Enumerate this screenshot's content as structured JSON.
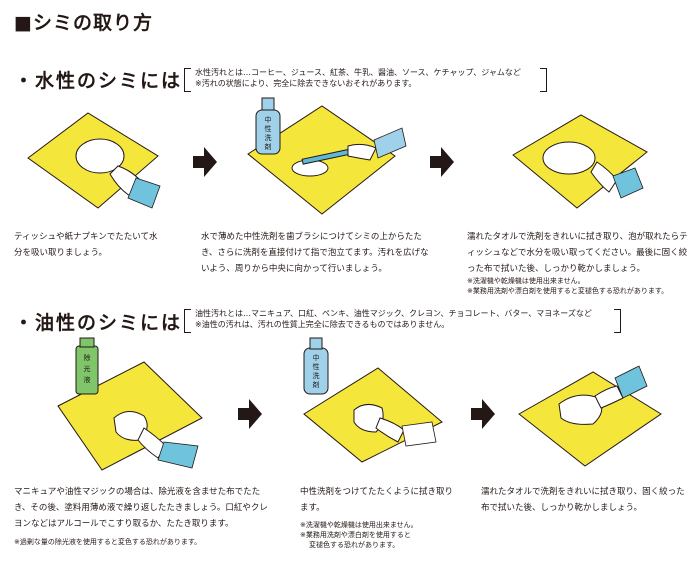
{
  "page_title": "■シミの取り方",
  "water": {
    "heading": "・水性のシミには",
    "note_line1": "水性汚れとは…コーヒー、ジュース、紅茶、牛乳、醤油、ソース、ケチャップ、ジャムなど",
    "note_line2": "※汚れの状態により、完全に除去できないおそれがあります。",
    "bottle_label": "中性洗剤",
    "step1": "ティッシュや紙ナプキンでたたいて水分を吸い取りましょう。",
    "step2": "水で薄めた中性洗剤を歯ブラシにつけてシミの上からたたき、さらに洗剤を直接付けて指で泡立てます。汚れを広げないよう、周りから中央に向かって行いましょう。",
    "step3": "濡れたタオルで洗剤をきれいに拭き取り、泡が取れたらティッシュなどで水分を吸い取ってください。最後に固く絞った布で拭いた後、しっかり乾かしましょう。",
    "step3_note1": "※洗濯機や乾燥機は使用出来ません。",
    "step3_note2": "※業務用洗剤や漂白剤を使用すると変褪色する恐れがあります。"
  },
  "oil": {
    "heading": "・油性のシミには",
    "note_line1": "油性汚れとは…マニキュア、口紅、ペンキ、油性マジック、クレヨン、チョコレート、バター、マヨネーズなど",
    "note_line2": "※油性の汚れは、汚れの性質上完全に除去できるものではありません。",
    "remover_label": "除光液",
    "bottle_label": "中性洗剤",
    "step1": "マニキュアや油性マジックの場合は、除光液を含ませた布でたたき、その後、塗料用薄め液で繰り返したたきましょう。口紅やクレヨンなどはアルコールでこすり取るか、たたき取ります。",
    "step1_note": "※過剰な量の除光液を使用すると変色する恐れがあります。",
    "step2": "中性洗剤をつけてたたくように拭き取ります。",
    "step2_note1": "※洗濯機や乾燥機は使用出来ません。",
    "step2_note2": "※業務用洗剤や漂白剤を使用すると",
    "step2_note3": "変褪色する恐れがあります。",
    "step3": "濡れたタオルで洗剤をきれいに拭き取り、固く絞った布で拭いた後、しっかり乾かしましょう。"
  },
  "colors": {
    "cloth": "#f5e63c",
    "sleeve": "#6fc3dc",
    "remover_bottle": "#7fc56a",
    "detergent_bottle": "#9fd2ea",
    "ink": "#231815"
  }
}
